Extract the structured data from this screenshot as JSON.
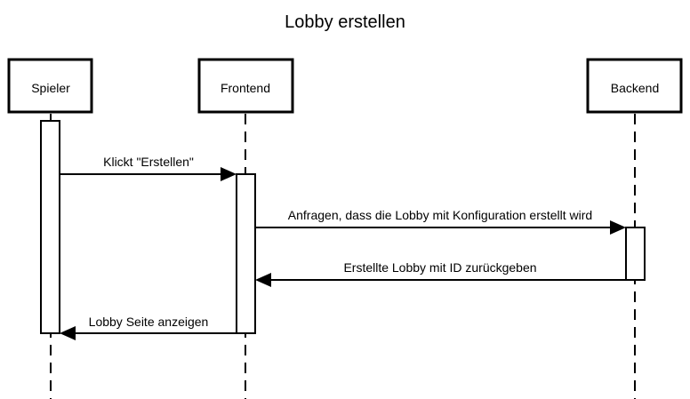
{
  "diagram": {
    "title": "Lobby erstellen",
    "actors": [
      {
        "id": "spieler",
        "label": "Spieler"
      },
      {
        "id": "frontend",
        "label": "Frontend"
      },
      {
        "id": "backend",
        "label": "Backend"
      }
    ],
    "messages": [
      {
        "from": "spieler",
        "to": "frontend",
        "label": "Klickt \"Erstellen\""
      },
      {
        "from": "frontend",
        "to": "backend",
        "label": "Anfragen, dass die Lobby mit Konfiguration erstellt wird"
      },
      {
        "from": "backend",
        "to": "frontend",
        "label": "Erstellte Lobby mit ID zurückgeben"
      },
      {
        "from": "frontend",
        "to": "spieler",
        "label": "Lobby Seite anzeigen"
      }
    ]
  }
}
